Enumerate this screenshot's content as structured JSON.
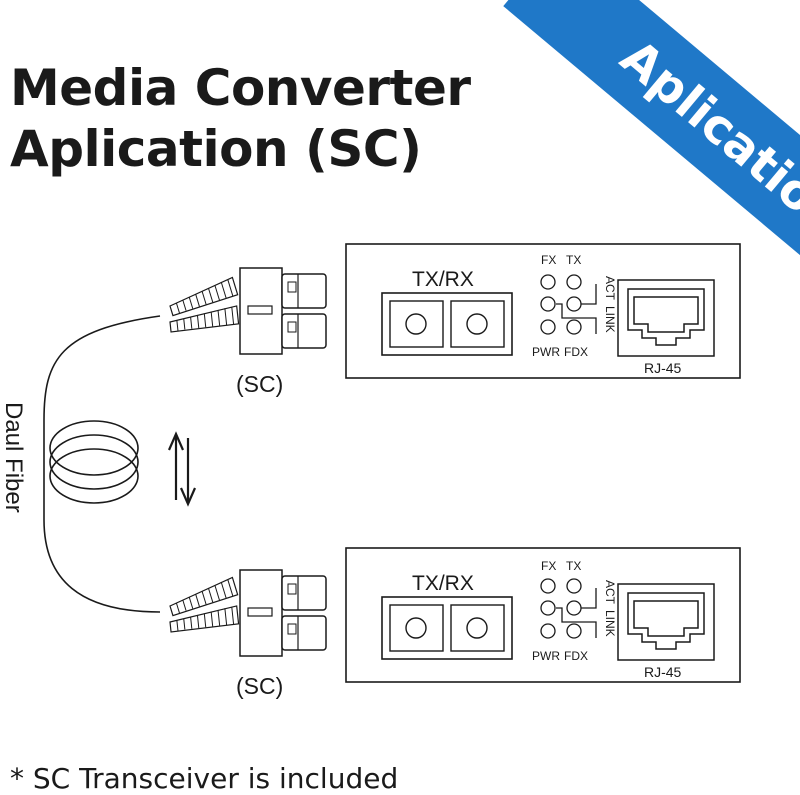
{
  "header": {
    "title_line1": "Media Converter",
    "title_line2": "Aplication (SC)"
  },
  "banner": {
    "label": "Aplication",
    "color": "#1f78c8"
  },
  "diagram": {
    "connector_label": "(SC)",
    "cable_label": "Daul Fiber",
    "devices": [
      {
        "port_label": "TX/RX",
        "led_labels": {
          "fx": "FX",
          "tx": "TX",
          "act": "ACT",
          "link": "LINK",
          "pwr": "PWR",
          "fdx": "FDX"
        },
        "rj45_label": "RJ-45"
      },
      {
        "port_label": "TX/RX",
        "led_labels": {
          "fx": "FX",
          "tx": "TX",
          "act": "ACT",
          "link": "LINK",
          "pwr": "PWR",
          "fdx": "FDX"
        },
        "rj45_label": "RJ-45"
      }
    ]
  },
  "footnote": "* SC Transceiver is included"
}
